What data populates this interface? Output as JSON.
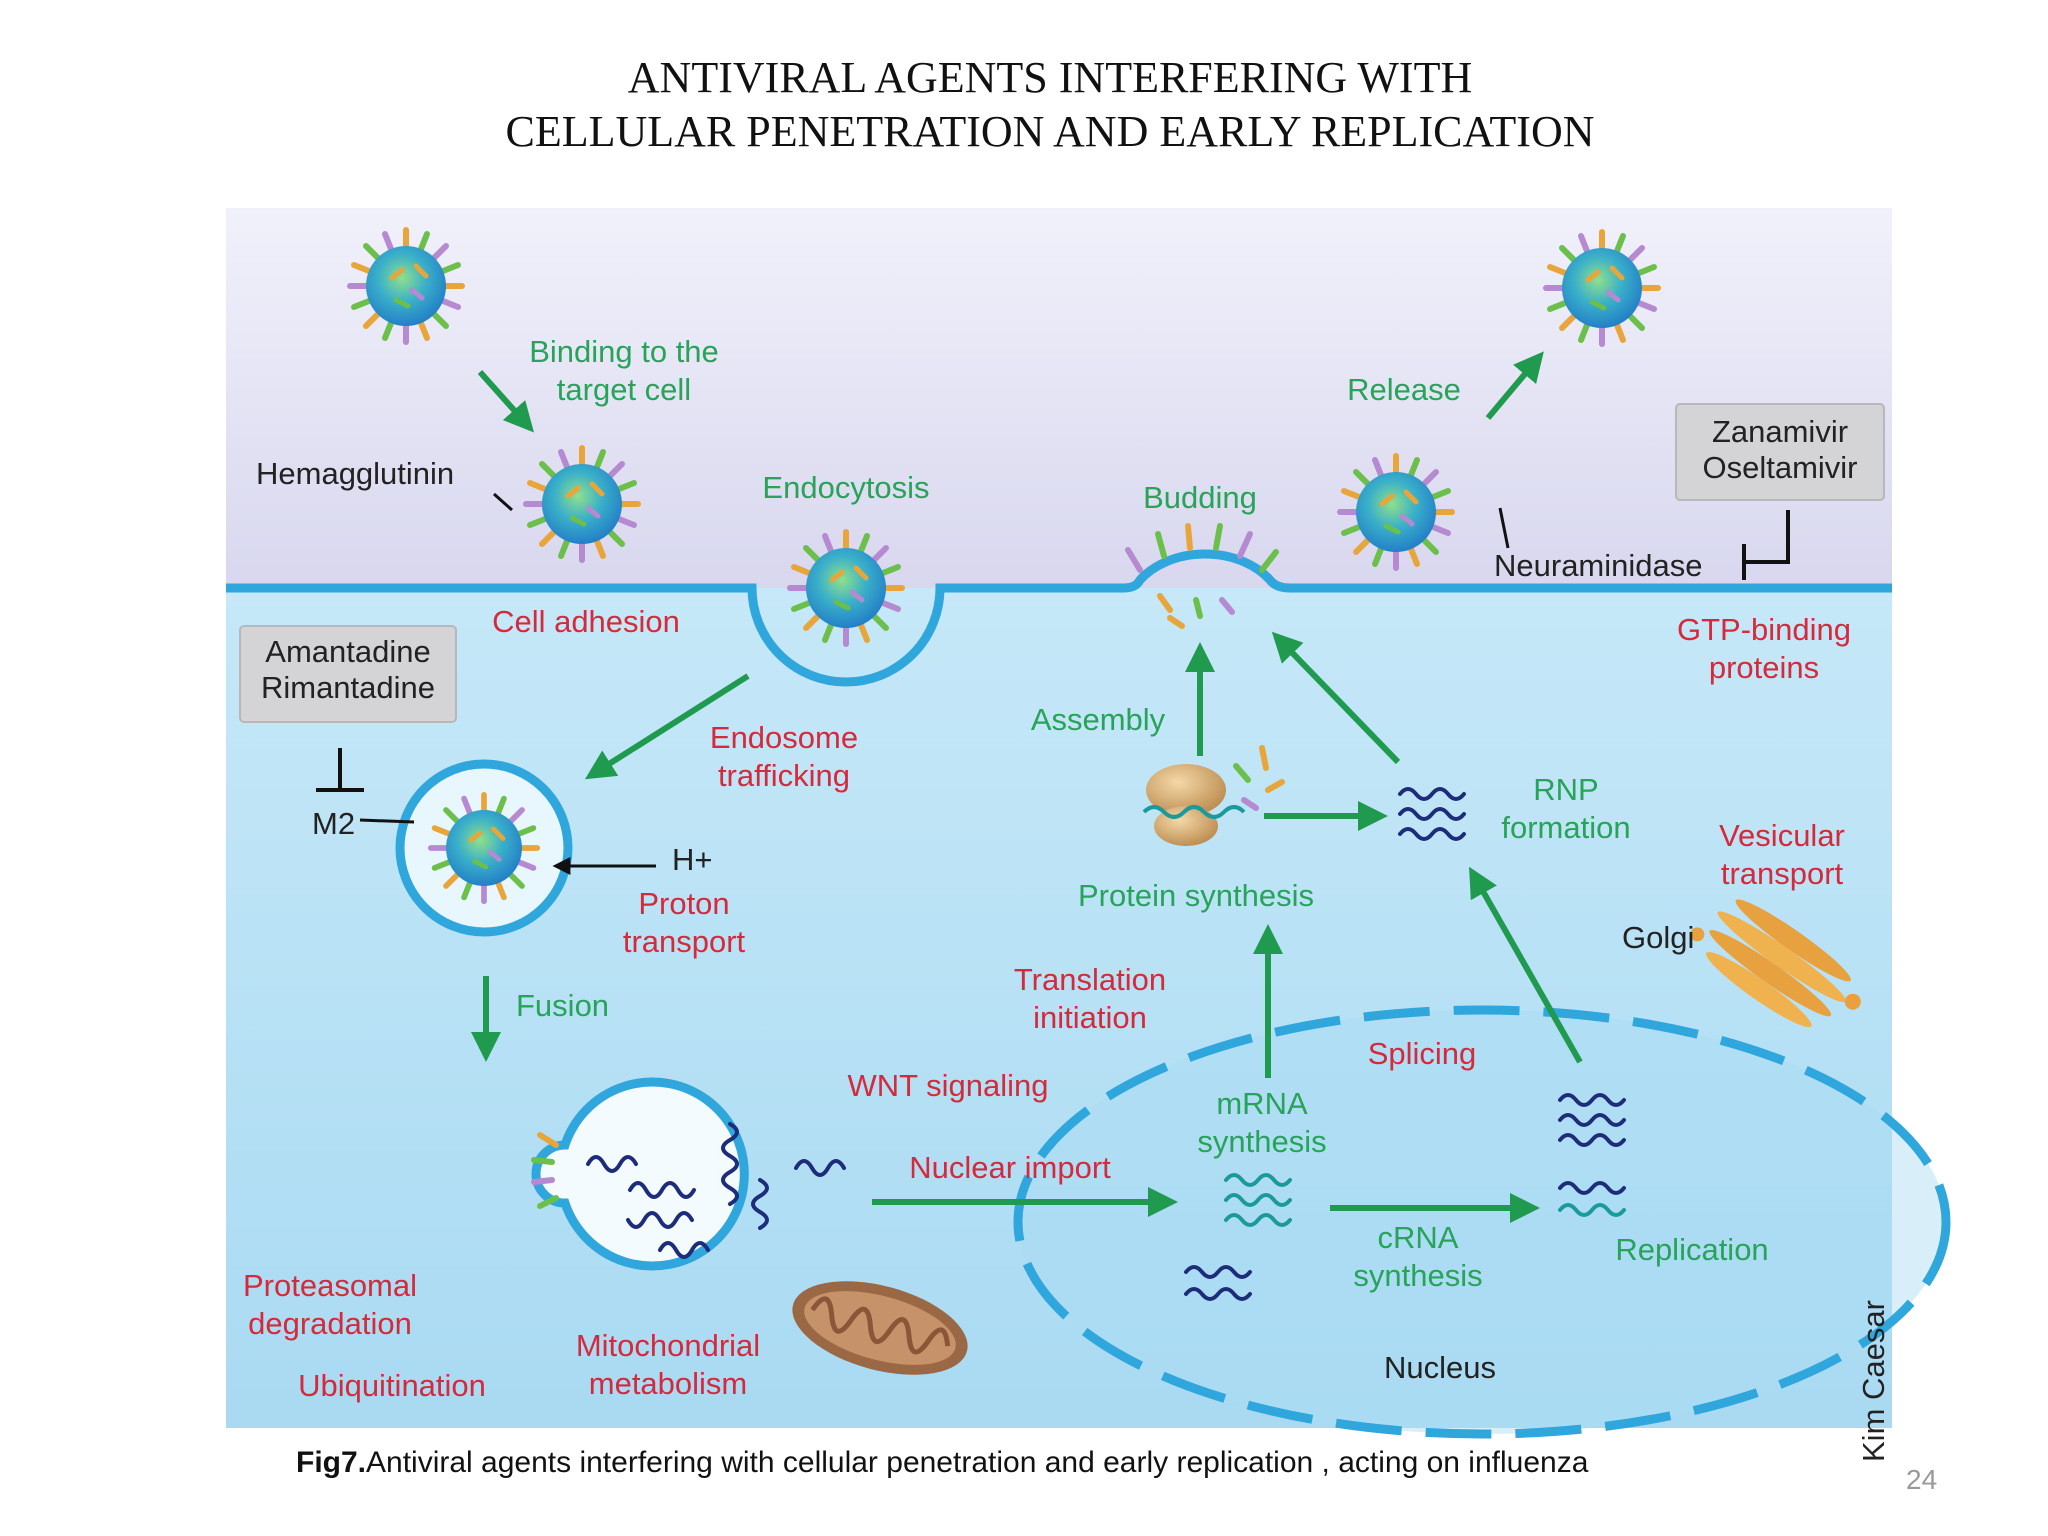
{
  "title": {
    "line1": "ANTIVIRAL AGENTS INTERFERING WITH",
    "line2": "CELLULAR PENETRATION AND EARLY REPLICATION"
  },
  "labels": {
    "binding1": "Binding to the",
    "binding2": "target cell",
    "hemagglutinin": "Hemagglutinin",
    "endocytosis": "Endocytosis",
    "budding": "Budding",
    "release": "Release",
    "neuraminidase": "Neuraminidase",
    "cell_adhesion": "Cell adhesion",
    "gtp1": "GTP-binding",
    "gtp2": "proteins",
    "endosome1": "Endosome",
    "endosome2": "trafficking",
    "assembly": "Assembly",
    "m2": "M2",
    "h_plus": "H+",
    "proton1": "Proton",
    "proton2": "transport",
    "rnp1": "RNP",
    "rnp2": "formation",
    "vesicular1": "Vesicular",
    "vesicular2": "transport",
    "protein_synthesis": "Protein synthesis",
    "golgi": "Golgi",
    "fusion": "Fusion",
    "translation1": "Translation",
    "translation2": "initiation",
    "splicing": "Splicing",
    "wnt": "WNT signaling",
    "mrna1": "mRNA",
    "mrna2": "synthesis",
    "nuclear_import": "Nuclear import",
    "crna1": "cRNA",
    "crna2": "synthesis",
    "replication": "Replication",
    "proteasomal1": "Proteasomal",
    "proteasomal2": "degradation",
    "ubiquitination": "Ubiquitination",
    "mito1": "Mitochondrial",
    "mito2": "metabolism",
    "nucleus": "Nucleus",
    "credit": "Kim Caesar"
  },
  "drug_boxes": {
    "neuraminidase_inhibitors": [
      "Zanamivir",
      "Oseltamivir"
    ],
    "m2_inhibitors": [
      "Amantadine",
      "Rimantadine"
    ]
  },
  "caption": {
    "bold": "Fig7.",
    "text": "Antiviral agents interfering with cellular penetration and early replication , acting on influenza"
  },
  "page_number": "24",
  "colors": {
    "label_green": "#27a35a",
    "label_red": "#d52a3c",
    "membrane_blue": "#2fa6dc",
    "cytoplasm": "#bfe3f6",
    "extracellular": "#dcdcf0",
    "arrow_green": "#1f9a4f",
    "rna_navy": "#1d2d7a"
  }
}
